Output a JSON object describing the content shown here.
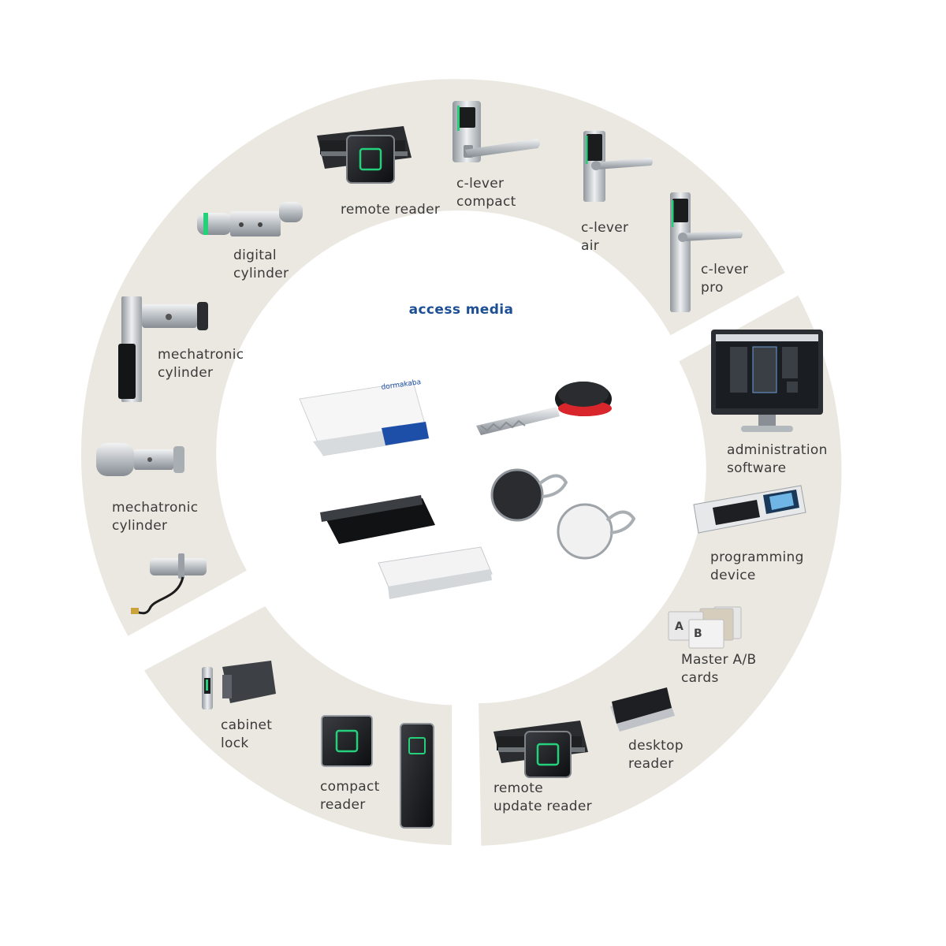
{
  "center": {
    "title": "access media",
    "card_brand": "dormakaba"
  },
  "labels": {
    "remote_reader": [
      "remote reader"
    ],
    "c_lever_compact": [
      "c-lever",
      "compact"
    ],
    "c_lever_air": [
      "c-lever",
      "air"
    ],
    "c_lever_pro": [
      "c-lever",
      "pro"
    ],
    "digital_cylinder": [
      "digital",
      "cylinder"
    ],
    "mechatronic_cylinder_1": [
      "mechatronic",
      "cylinder"
    ],
    "mechatronic_cylinder_2": [
      "mechatronic",
      "cylinder"
    ],
    "administration_software": [
      "administration",
      "software"
    ],
    "programming_device": [
      "programming",
      "device"
    ],
    "master_cards": [
      "Master A/B",
      "cards"
    ],
    "desktop_reader": [
      "desktop",
      "reader"
    ],
    "remote_update_reader": [
      "remote",
      "update reader"
    ],
    "cabinet_lock": [
      "cabinet",
      "lock"
    ],
    "compact_reader": [
      "compact",
      "reader"
    ]
  },
  "card_letters": {
    "a": "A",
    "b": "B"
  },
  "colors": {
    "ring": "#ebe8e1",
    "title": "#1c4f94",
    "card_blue": "#1e4fa8",
    "led_green": "#25d07a",
    "key_red": "#d8262c"
  }
}
